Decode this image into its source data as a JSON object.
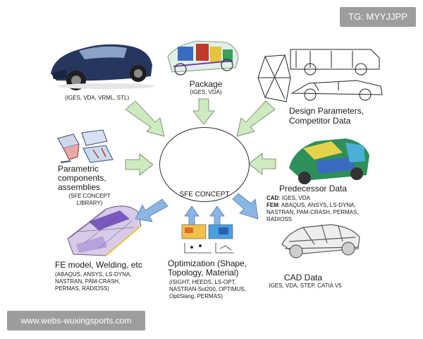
{
  "watermark_top": "TG: MYYJJPP",
  "watermark_bottom": "www.webs-wuxingsports.com",
  "center_label": "SFE CONCEPT",
  "inputs": {
    "styling": {
      "formats": "(IGES, VDA, VRML, STL)"
    },
    "package": {
      "title": "Package",
      "formats": "(IGES, VDA)"
    },
    "design_params": {
      "title_l1": "Design Parameters,",
      "title_l2": "Competitor Data"
    },
    "parametric": {
      "title_l1": "Parametric",
      "title_l2": "components,",
      "title_l3": "assemblies",
      "sub_l1": "(SFE CONCEPT",
      "sub_l2": "LIBRARY)"
    },
    "predecessor": {
      "title": "Predecessor Data",
      "cad_key": "CAD",
      "cad_val": ": IGES, VDA",
      "fem_key": "FEM",
      "fem_val": ": ABAQUS, ANSYS, LS-DYNA,",
      "fem_l2": "NASTRAN, PAM-CRASH, PERMAS,",
      "fem_l3": "RADIOSS"
    }
  },
  "outputs": {
    "fe_model": {
      "title": "FE model, Welding, etc",
      "l1": "(ABAQUS, ANSYS, LS-DYNA,",
      "l2": "NASTRAN, PAM-CRASH,",
      "l3": "PERMAS, RADIOSS)"
    },
    "optimization": {
      "title_l1": "Optimization (Shape,",
      "title_l2": "Topology, Material)",
      "l1": "(iSIGHT, HEEDS, LS-OPT,",
      "l2": "NASTRAN-Sol200, OPTIMUS,",
      "l3": "OptiSlang, PERMAS)"
    },
    "cad_data": {
      "title": "CAD Data",
      "formats": "IGES, VDA, STEP, CATIA V5"
    }
  },
  "colors": {
    "input_arrow": "#cdeac0",
    "output_arrow": "#8ab6e6",
    "arrow_edge": "#6a7f62"
  },
  "icons": [
    "concept-car-render-icon",
    "package-layout-icon",
    "design-drawing-icon",
    "parametric-parts-icon",
    "predecessor-body-icon",
    "center-body-icon",
    "fe-model-icon",
    "optimization-plot-icon",
    "body-in-white-icon"
  ]
}
